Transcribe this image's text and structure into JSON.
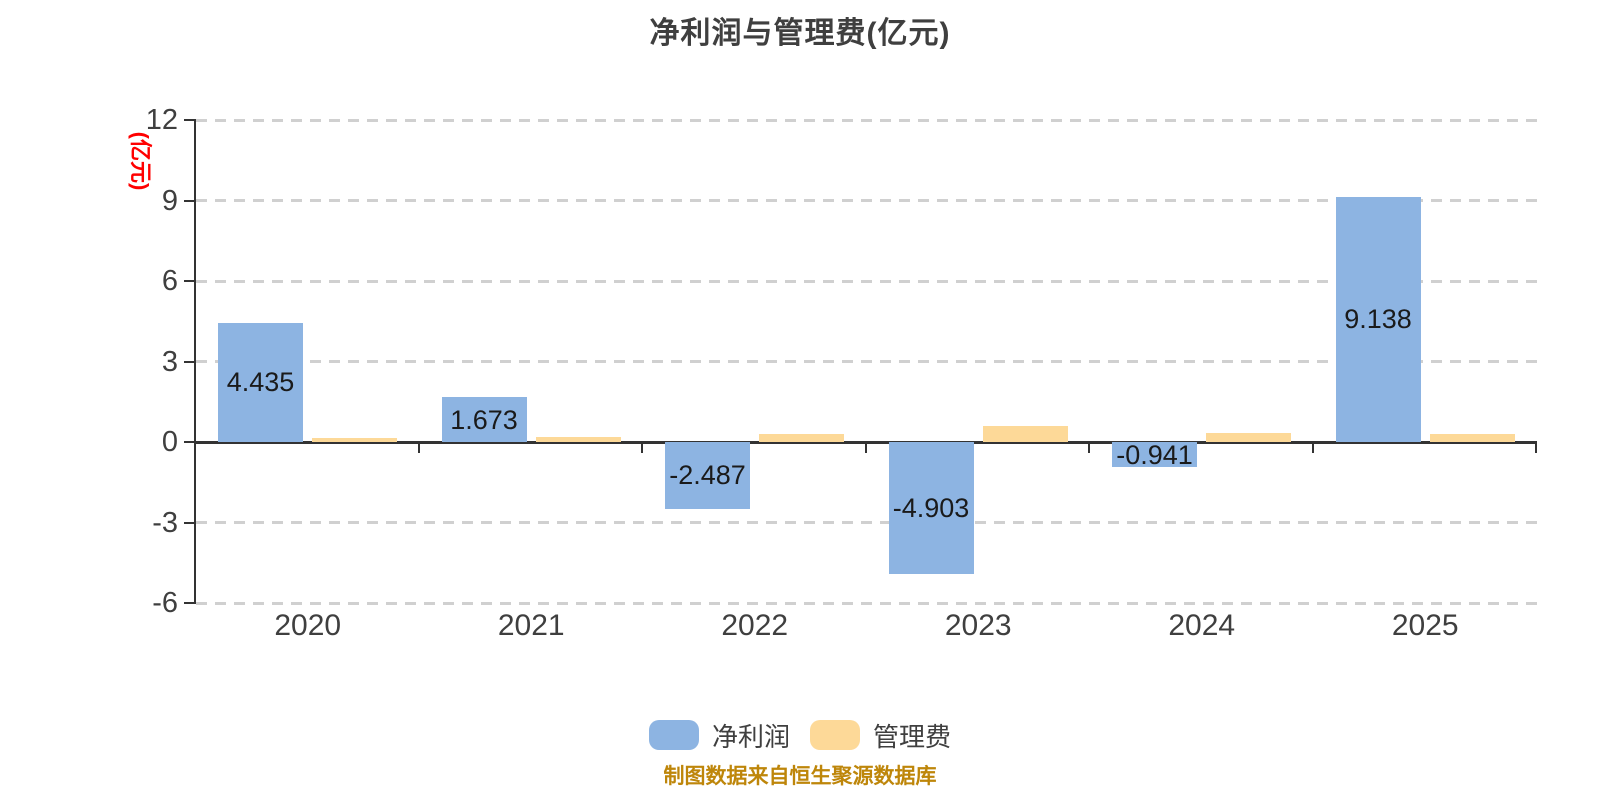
{
  "title": "净利润与管理费(亿元)",
  "y_axis_label": "(亿元)",
  "footer_note": "制图数据来自恒生聚源数据库",
  "colors": {
    "net_profit": "#8DB4E2",
    "management_fee": "#FDD998",
    "axis": "#333333",
    "gridline": "#D0D0D0",
    "y_label_red": "#FF0000",
    "footer_gold": "#BE860A"
  },
  "chart_data": {
    "type": "bar",
    "title": "净利润与管理费(亿元)",
    "ylabel": "(亿元)",
    "xlabel": "",
    "categories": [
      "2020",
      "2021",
      "2022",
      "2023",
      "2024",
      "2025"
    ],
    "series": [
      {
        "name": "净利润",
        "color": "#8DB4E2",
        "values": [
          4.435,
          1.673,
          -2.487,
          -4.903,
          -0.941,
          9.138
        ],
        "labels_shown": true,
        "labels": [
          "4.435",
          "1.673",
          "-2.487",
          "-4.903",
          "-0.941",
          "9.138"
        ]
      },
      {
        "name": "管理费",
        "color": "#FDD998",
        "values": [
          0.15,
          0.2,
          0.28,
          0.6,
          0.33,
          0.28
        ],
        "labels_shown": false,
        "labels": []
      }
    ],
    "yticks": [
      12,
      9,
      6,
      3,
      0,
      -3,
      -6
    ],
    "ylim": [
      -6,
      12
    ],
    "grid": "dashed horizontal gridlines, solid zero axis line",
    "legend_position": "bottom center"
  }
}
